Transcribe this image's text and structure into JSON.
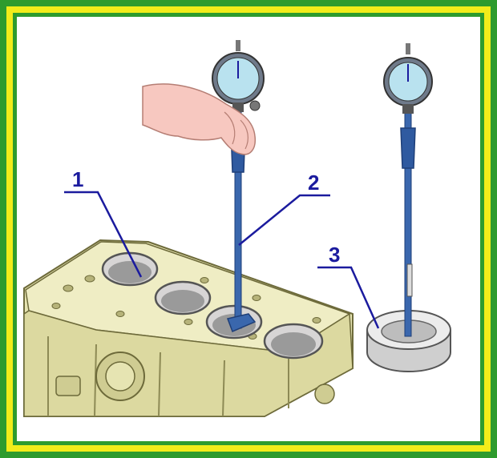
{
  "frame": {
    "outer_color": "#2e9b2e",
    "inner_color": "#f2ec1a",
    "background": "#ffffff"
  },
  "callouts": [
    {
      "label": "1",
      "target": "cylinder-bore"
    },
    {
      "label": "2",
      "target": "bore-gauge-in-cylinder"
    },
    {
      "label": "3",
      "target": "setting-ring"
    }
  ],
  "colors": {
    "engine_block": "#e6e4b2",
    "engine_shadow": "#c4c18a",
    "gauge_face": "#b9e2ef",
    "gauge_body": "#3a67ad",
    "hand": "#f7c8c0",
    "leader_line": "#1b1b9e",
    "ring": "#e8e8e8"
  },
  "icons": [
    "dial-gauge-icon",
    "hand-icon",
    "engine-block-icon",
    "setting-ring-icon"
  ]
}
